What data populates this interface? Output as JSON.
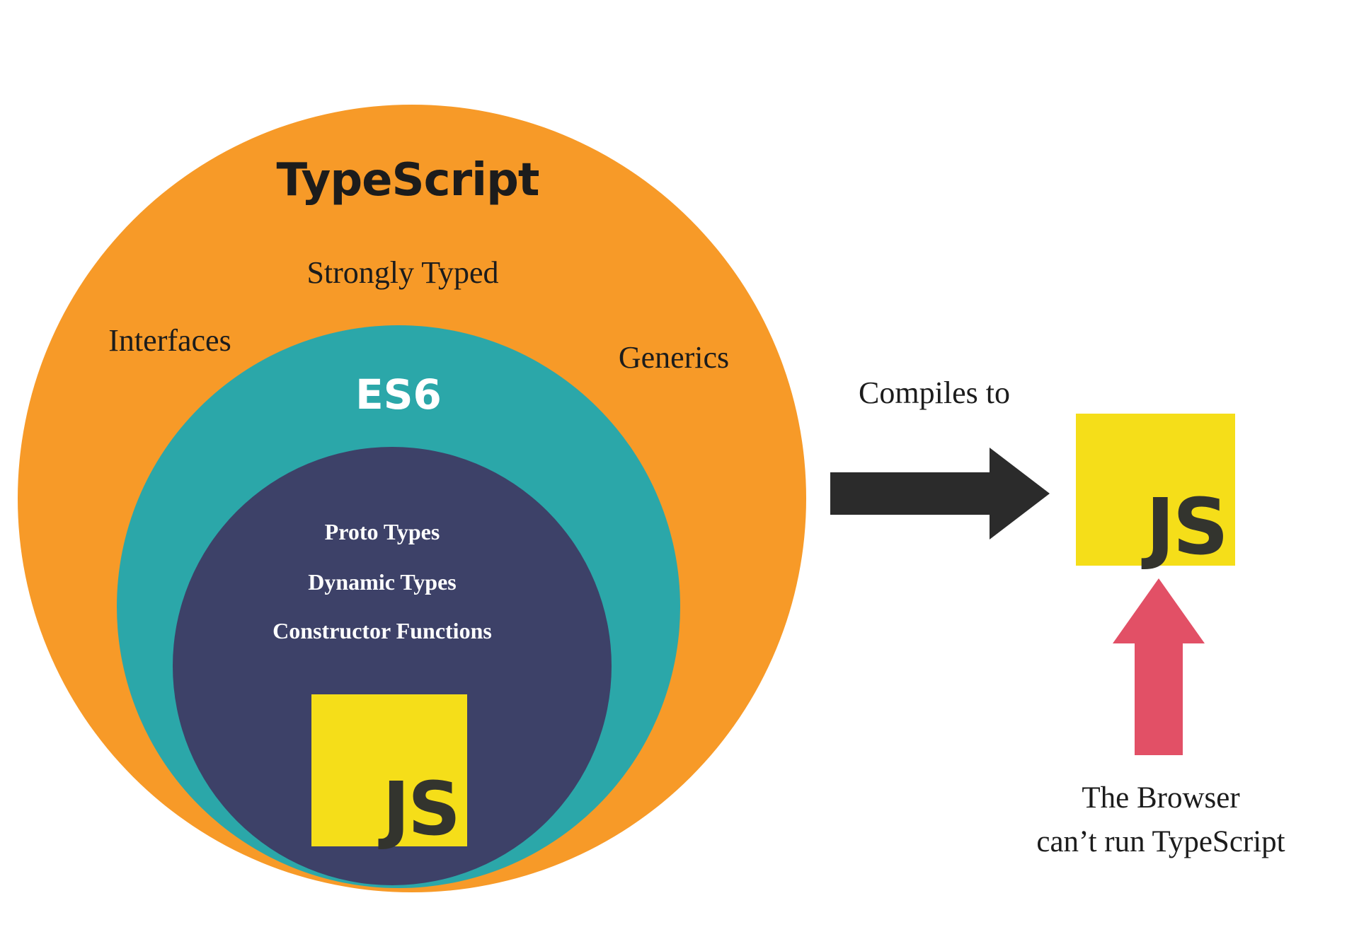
{
  "diagram": {
    "title": "TypeScript",
    "typescript_features": {
      "strongly_typed": "Strongly Typed",
      "interfaces": "Interfaces",
      "generics": "Generics"
    },
    "es6_label": "ES6",
    "js_features": [
      "Proto Types",
      "Dynamic Types",
      "Constructor Functions"
    ],
    "js_logo_inner_text": "JS",
    "js_logo_outer_text": "JS",
    "compiles_to_label": "Compiles to",
    "browser_note": {
      "line1": "The Browser",
      "line2": "can’t run TypeScript"
    },
    "colors": {
      "typescript_circle": "#F79A28",
      "es6_circle": "#2BA7A9",
      "js_inner_circle": "#3D4168",
      "js_logo_bg": "#F5DE19",
      "js_logo_text": "#33342E",
      "compile_arrow": "#2B2B2B",
      "browser_arrow": "#E25066",
      "text_dark": "#1C1C1C",
      "text_light": "#FFFFFF"
    }
  }
}
